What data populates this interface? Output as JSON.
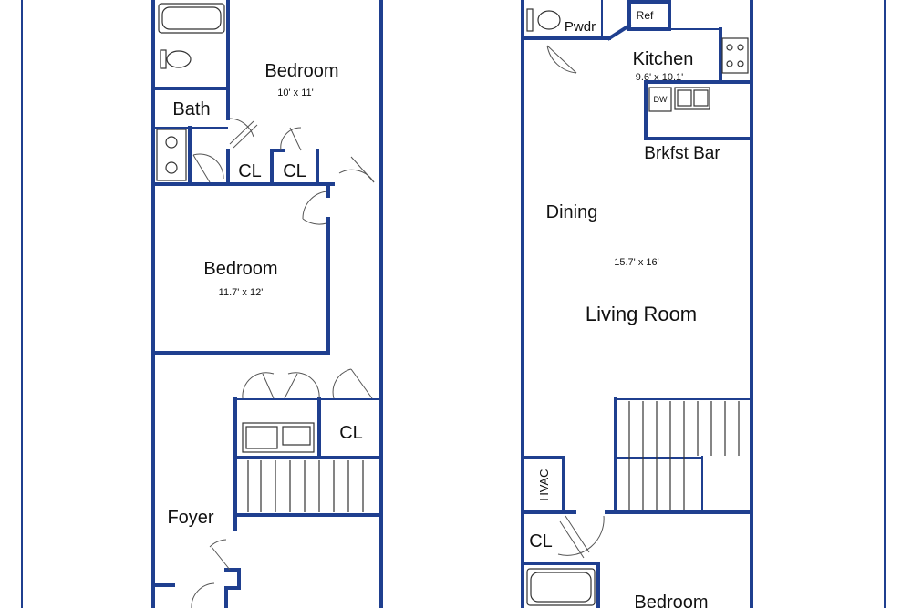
{
  "left_floor": {
    "bedroom_top": {
      "name": "Bedroom",
      "size": "10' x 11'"
    },
    "bath": {
      "name": "Bath"
    },
    "closet_a": {
      "name": "CL"
    },
    "closet_b": {
      "name": "CL"
    },
    "bedroom_mid": {
      "name": "Bedroom",
      "size": "11.7' x 12'"
    },
    "closet_c": {
      "name": "CL"
    },
    "foyer": {
      "name": "Foyer"
    }
  },
  "right_floor": {
    "powder": {
      "name": "Pwdr"
    },
    "fridge": {
      "name": "Ref"
    },
    "kitchen": {
      "name": "Kitchen",
      "size": "9.6' x 10.1'"
    },
    "dishwasher": {
      "name": "DW"
    },
    "breakfast_bar": {
      "name": "Brkfst Bar"
    },
    "dining": {
      "name": "Dining"
    },
    "living": {
      "name": "Living Room",
      "size": "15.7' x 16'"
    },
    "hvac": {
      "name": "HVAC"
    },
    "closet": {
      "name": "CL"
    },
    "bedroom": {
      "name": "Bedroom"
    }
  },
  "colors": {
    "wall": "#1f3f8f",
    "background": "#ffffff"
  }
}
